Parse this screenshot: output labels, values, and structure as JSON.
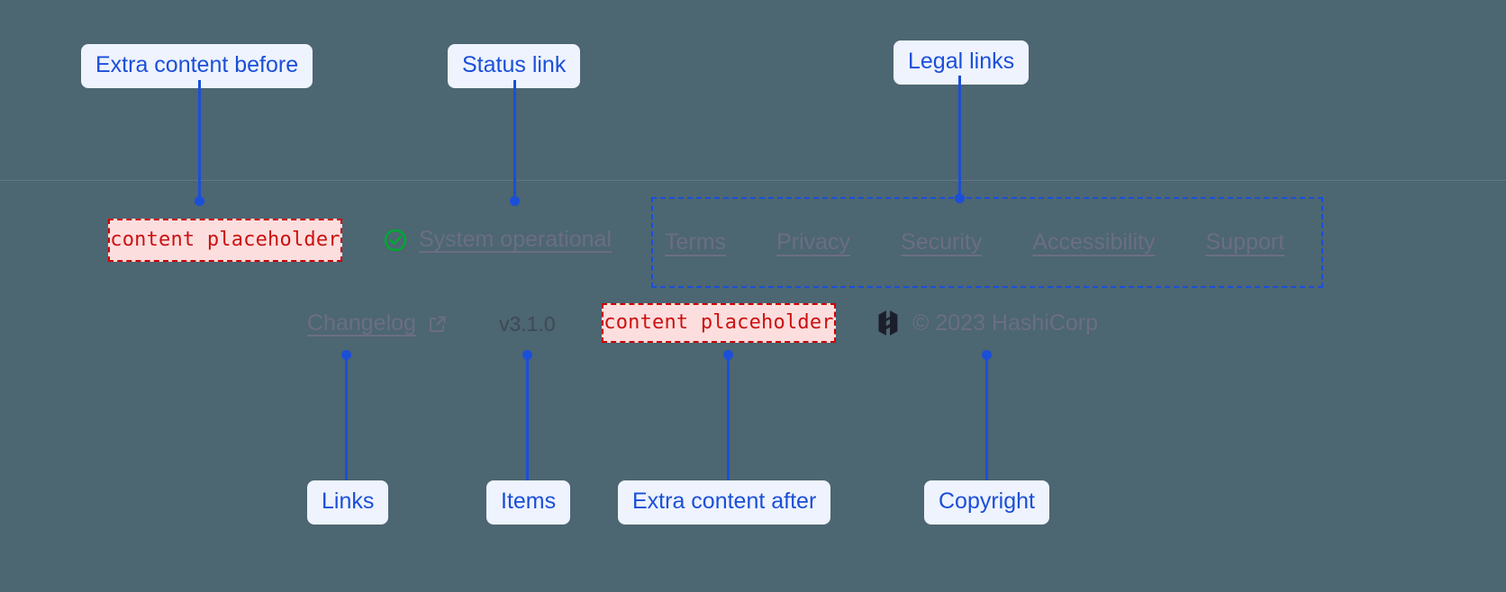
{
  "footer": {
    "extra_content_before": {
      "placeholder_text": "content placeholder"
    },
    "status_link": {
      "label": "System operational",
      "icon": "check-circle-icon",
      "icon_color": "#00a733"
    },
    "legal_links": [
      {
        "label": "Terms"
      },
      {
        "label": "Privacy"
      },
      {
        "label": "Security"
      },
      {
        "label": "Accessibility"
      },
      {
        "label": "Support"
      }
    ],
    "links": [
      {
        "label": "Changelog",
        "icon": "external-link-icon"
      }
    ],
    "items": {
      "version": "v3.1.0"
    },
    "extra_content_after": {
      "placeholder_text": "content placeholder"
    },
    "copyright": {
      "logo": "hashicorp-logo",
      "text": "© 2023 HashiCorp"
    }
  },
  "annotations": {
    "extra_content_before": "Extra content before",
    "status_link": "Status link",
    "legal_links": "Legal links",
    "links": "Links",
    "items": "Items",
    "extra_content_after": "Extra content after",
    "copyright": "Copyright"
  },
  "colors": {
    "background": "#4c6672",
    "annotation_blue": "#1b4fd8",
    "annotation_chip_bg": "#eef3fe",
    "placeholder_red": "#cc0000",
    "placeholder_bg": "#fddede",
    "link_gray": "#6b6e83",
    "status_green": "#00a733"
  }
}
